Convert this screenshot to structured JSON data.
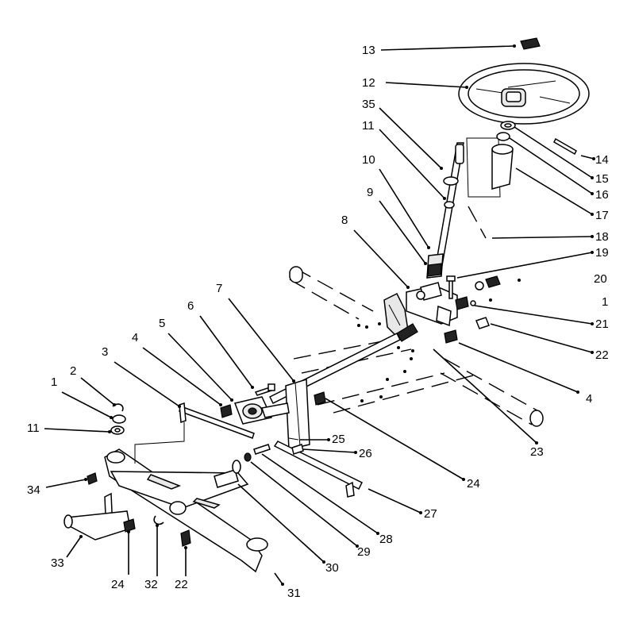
{
  "callouts": [
    {
      "id": "c13",
      "label": "13"
    },
    {
      "id": "c12",
      "label": "12"
    },
    {
      "id": "c35",
      "label": "35"
    },
    {
      "id": "c11a",
      "label": "11"
    },
    {
      "id": "c10",
      "label": "10"
    },
    {
      "id": "c9",
      "label": "9"
    },
    {
      "id": "c8",
      "label": "8"
    },
    {
      "id": "c14",
      "label": "14"
    },
    {
      "id": "c15",
      "label": "15"
    },
    {
      "id": "c16",
      "label": "16"
    },
    {
      "id": "c17",
      "label": "17"
    },
    {
      "id": "c18",
      "label": "18"
    },
    {
      "id": "c19",
      "label": "19"
    },
    {
      "id": "c20",
      "label": "20"
    },
    {
      "id": "c1a",
      "label": "1"
    },
    {
      "id": "c21",
      "label": "21"
    },
    {
      "id": "c22a",
      "label": "22"
    },
    {
      "id": "c4a",
      "label": "4"
    },
    {
      "id": "c23",
      "label": "23"
    },
    {
      "id": "c7",
      "label": "7"
    },
    {
      "id": "c6",
      "label": "6"
    },
    {
      "id": "c5",
      "label": "5"
    },
    {
      "id": "c4b",
      "label": "4"
    },
    {
      "id": "c3",
      "label": "3"
    },
    {
      "id": "c2",
      "label": "2"
    },
    {
      "id": "c1b",
      "label": "1"
    },
    {
      "id": "c11b",
      "label": "11"
    },
    {
      "id": "c34",
      "label": "34"
    },
    {
      "id": "c33",
      "label": "33"
    },
    {
      "id": "c24a",
      "label": "24"
    },
    {
      "id": "c32",
      "label": "32"
    },
    {
      "id": "c22b",
      "label": "22"
    },
    {
      "id": "c31",
      "label": "31"
    },
    {
      "id": "c30",
      "label": "30"
    },
    {
      "id": "c29",
      "label": "29"
    },
    {
      "id": "c28",
      "label": "28"
    },
    {
      "id": "c27",
      "label": "27"
    },
    {
      "id": "c26",
      "label": "26"
    },
    {
      "id": "c25",
      "label": "25"
    },
    {
      "id": "c24b",
      "label": "24"
    }
  ]
}
